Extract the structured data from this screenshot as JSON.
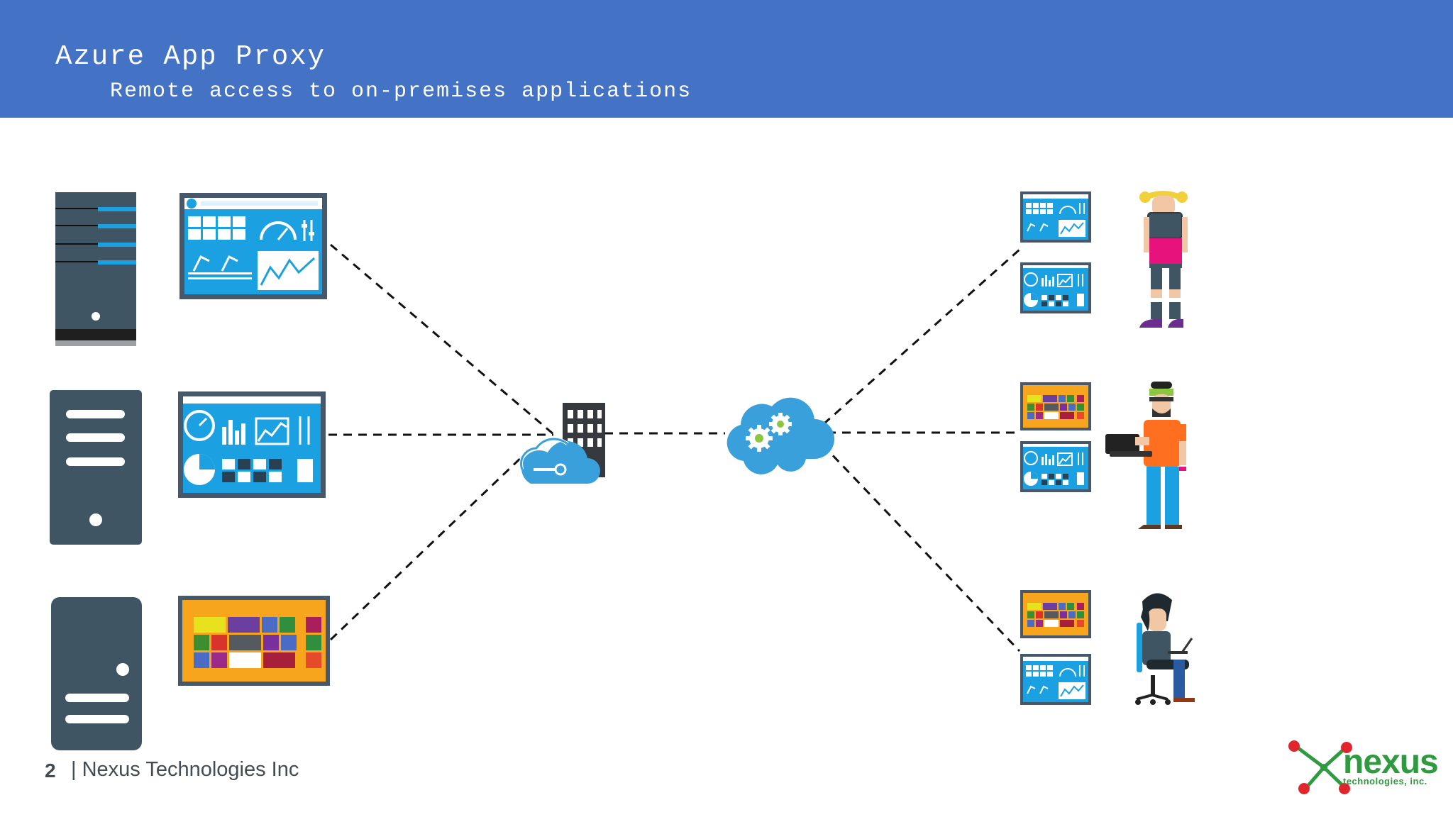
{
  "slide": {
    "title": "Azure App Proxy",
    "subtitle": "Remote access to on-premises applications"
  },
  "footer": {
    "page_number": "2",
    "company": "| Nexus Technologies Inc"
  },
  "logo": {
    "word": "nexus",
    "sub": "technologies, inc."
  },
  "colors": {
    "header": "#4472c4",
    "server": "#3f5564",
    "app_blue": "#1ba1e2",
    "start_orange": "#f7a51c",
    "logo_green": "#2f9a3f",
    "logo_red": "#e0262c"
  },
  "icons": {
    "servers": [
      "tower-server-icon",
      "server-icon",
      "server-icon"
    ],
    "apps": [
      "dashboard-app-icon",
      "analytics-app-icon",
      "start-screen-icon"
    ],
    "hub": [
      "cloud-building-icon",
      "cloud-gears-icon"
    ],
    "users": [
      "tablet-user-icon",
      "laptop-user-icon",
      "desk-user-icon"
    ]
  }
}
